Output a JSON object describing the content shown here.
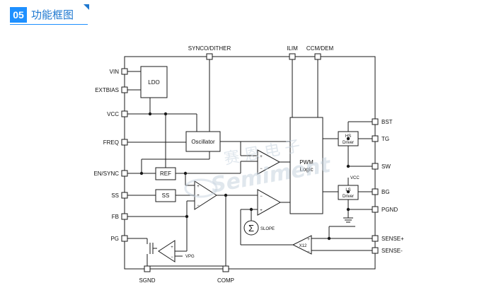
{
  "header": {
    "number": "05",
    "title": "功能框图"
  },
  "pins_left": [
    "VIN",
    "EXTBIAS",
    "VCC",
    "FREQ",
    "EN/SYNC",
    "SS",
    "FB",
    "PG"
  ],
  "pins_top": [
    "SYNCO/DITHER",
    "ILIM",
    "CCM/DEM"
  ],
  "pins_right": [
    "BST",
    "TG",
    "SW",
    "BG",
    "PGND",
    "SENSE+",
    "SENSE-"
  ],
  "pins_bottom": [
    "SGND",
    "COMP"
  ],
  "blocks": {
    "ldo": "LDO",
    "oscillator": "Oscillator",
    "ref": "REF",
    "ss": "SS",
    "pwm_line1": "PWM",
    "pwm_line2": "Logic",
    "hs_line1": "HS",
    "hs_line2": "Driver",
    "ls_line1": "LS",
    "ls_line2": "Driver"
  },
  "annotations": {
    "slope": "SLOPE",
    "vpg": "VPG",
    "vcc_small": "VCC",
    "x12": "X12"
  },
  "watermark": {
    "cn": "赛 恩 电 子",
    "en": "Semiment"
  },
  "colors": {
    "accent": "#1e90ff",
    "line": "#1a1a1a",
    "watermark": "#c8d4e0"
  }
}
